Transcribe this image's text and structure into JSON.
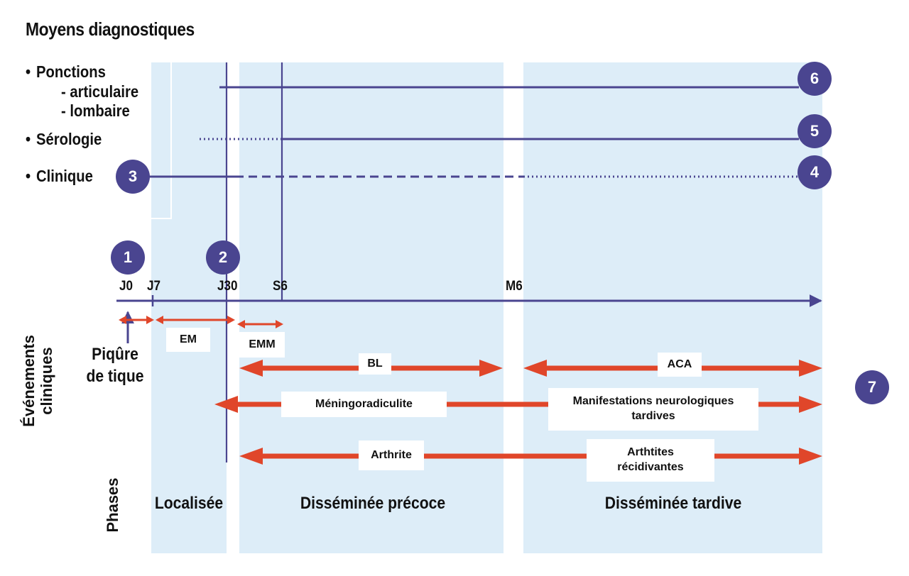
{
  "title": "Moyens diagnostiques",
  "methods": {
    "ponctions": "Ponctions",
    "articulaire": "- articulaire",
    "lombaire": "- lombaire",
    "serologie": "Sérologie",
    "clinique": "Clinique",
    "bullet": "•"
  },
  "ticks": {
    "j0": "J0",
    "j7": "J7",
    "j30": "J30",
    "s6": "S6",
    "m6": "M6"
  },
  "badges": [
    "1",
    "2",
    "3",
    "4",
    "5",
    "6",
    "7"
  ],
  "events": {
    "axis_label": [
      "Événements",
      "cliniques"
    ],
    "piqure": [
      "Piqûre",
      "de tique"
    ],
    "em": "EM",
    "emm": "EMM",
    "bl": "BL",
    "aca": "ACA",
    "meningoradiculite": "Méningoradiculite",
    "manifestations": [
      "Manifestations neurologiques",
      "tardives"
    ],
    "arthrite": "Arthrite",
    "arthrites_recidivantes": [
      "Arthtites",
      "récidivantes"
    ]
  },
  "phases": {
    "axis_label": "Phases",
    "localisee": "Localisée",
    "precoce": "Disséminée précoce",
    "tardive": "Disséminée tardive"
  },
  "colors": {
    "phase_bg": "#ddedf8",
    "navy": "#4a4590",
    "red": "#e0462a"
  }
}
